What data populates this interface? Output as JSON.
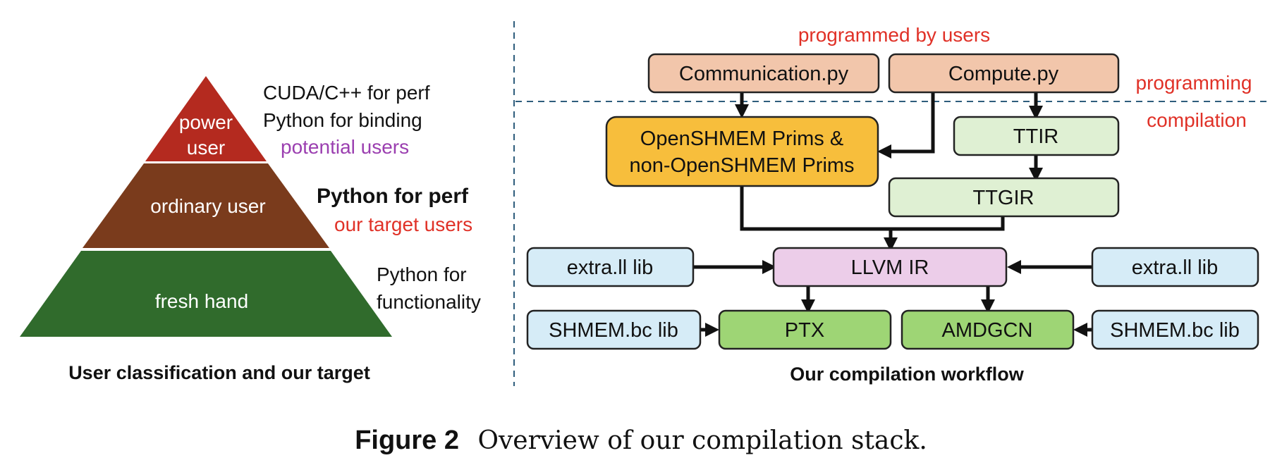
{
  "colors": {
    "pyramid_top": "#b42a1f",
    "pyramid_middle": "#7a3b1c",
    "pyramid_bottom": "#306b2c",
    "peach_node": "#f2c6ab",
    "orange_node": "#f7be3c",
    "light_green_node": "#dff0d3",
    "green_node": "#9ed575",
    "pink_node": "#eccde9",
    "blue_node": "#d6ecf7",
    "accent_red": "#e03127",
    "accent_purple": "#9b3fb0",
    "divider": "#2e5d7c"
  },
  "left_panel": {
    "pyramid": {
      "top": {
        "line1": "power",
        "line2": "user"
      },
      "middle": "ordinary user",
      "bottom": "fresh hand"
    },
    "notes": {
      "power_line1": "CUDA/C++ for perf",
      "power_line2": "Python for binding",
      "potential": "potential users",
      "ordinary_bold": "Python for perf",
      "target": "our target users",
      "fresh_line1": "Python for",
      "fresh_line2": "functionality"
    },
    "caption": "User classification and our target"
  },
  "right_panel": {
    "header_label": "programmed by users",
    "stage_programming": "programming",
    "stage_compilation": "compilation",
    "nodes": {
      "communication": "Communication.py",
      "compute": "Compute.py",
      "prims_line1": "OpenSHMEM Prims &",
      "prims_line2": "non-OpenSHMEM Prims",
      "ttir": "TTIR",
      "ttgir": "TTGIR",
      "extra_left": "extra.ll lib",
      "llvm": "LLVM IR",
      "extra_right": "extra.ll lib",
      "shmem_left": "SHMEM.bc lib",
      "ptx": "PTX",
      "amdgcn": "AMDGCN",
      "shmem_right": "SHMEM.bc lib"
    },
    "caption": "Our compilation workflow"
  },
  "figure_caption": {
    "label": "Figure 2",
    "text": "Overview of our compilation stack."
  }
}
